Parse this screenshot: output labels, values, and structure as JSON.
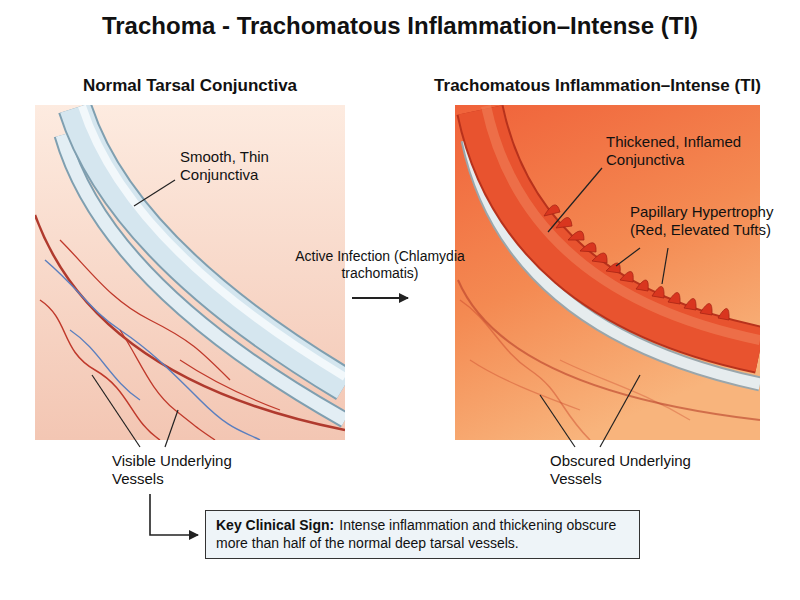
{
  "diagram": {
    "title": "Trachoma - Trachomatous Inflammation–Intense (TI)",
    "nodes": [
      {
        "text": [
          "Key Clinical Sign:",
          "Intense inflammation and thickening obscure more than half of the normal deep tarsal vessels."
        ]
      }
    ],
    "labels": [
      "Normal Tarsal Conjunctiva",
      "Trachomatous Inflammation–Intense (TI)",
      "Smooth, Thin Conjunctiva",
      "Active Infection (Chlamydia trachomatis)",
      "Visible Underlying Vessels",
      "Thickened, Inflamed Conjunctiva",
      "Papillary Hypertrophy (Red, Elevated Tufts)",
      "Obscured Underlying Vessels"
    ]
  }
}
